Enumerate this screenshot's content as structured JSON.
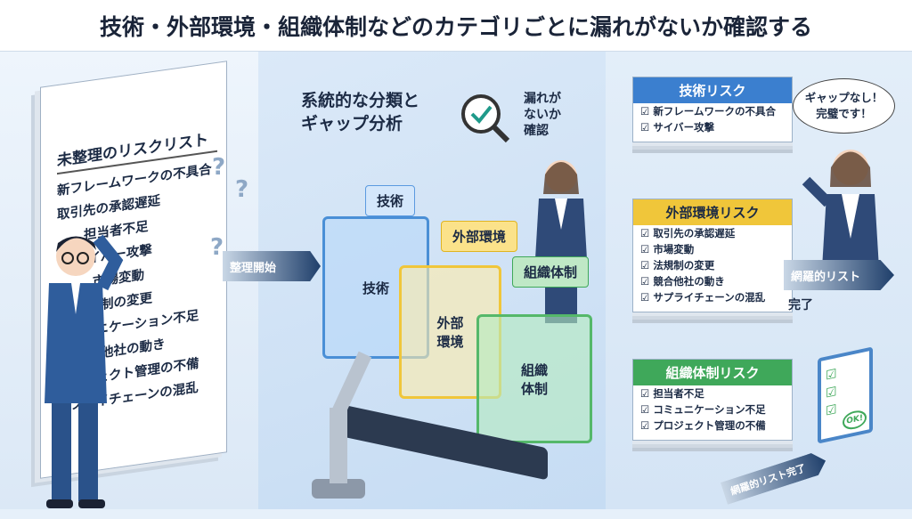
{
  "title": "技術・外部環境・組織体制などのカテゴリごとに漏れがないか確認する",
  "left": {
    "list_title": "未整理のリスクリスト",
    "items": [
      "新フレームワークの不具合",
      "取引先の承認遅延",
      "担当者不足",
      "サイバー攻撃",
      "市場変動",
      "法規制の変更",
      "コミュニケーション不足",
      "競合他社の動き",
      "プロジェクト管理の不備",
      "サプライチェーンの混乱"
    ],
    "question_mark": "?",
    "start_arrow": "整理開始"
  },
  "middle": {
    "heading_line1": "系統的な分類と",
    "heading_line2": "ギャップ分析",
    "check_label": [
      "漏れが",
      "ないか",
      "確認"
    ],
    "tags": {
      "tech": "技術",
      "external": "外部環境",
      "org": "組織体制"
    },
    "boxes": {
      "tech": "技術",
      "external_1": "外部",
      "external_2": "環境",
      "org_1": "組織",
      "org_2": "体制"
    }
  },
  "right": {
    "cards": [
      {
        "title": "技術リスク",
        "color": "#3b7fcf",
        "items": [
          "新フレームワークの不具合",
          "サイバー攻撃"
        ]
      },
      {
        "title": "外部環境リスク",
        "color": "#f0c63a",
        "items": [
          "取引先の承認遅延",
          "市場変動",
          "法規制の変更",
          "競合他社の動き",
          "サプライチェーンの混乱"
        ]
      },
      {
        "title": "組織体制リスク",
        "color": "#3fa85a",
        "items": [
          "担当者不足",
          "コミュニケーション不足",
          "プロジェクト管理の不備"
        ]
      }
    ],
    "bubble_line1": "ギャップなし！",
    "bubble_line2": "完璧です！",
    "arrow_label": "網羅的リスト",
    "done_label": "完了",
    "bottom_arrow": "網羅的リスト完了",
    "stamp": "OK!",
    "check": "☑"
  }
}
